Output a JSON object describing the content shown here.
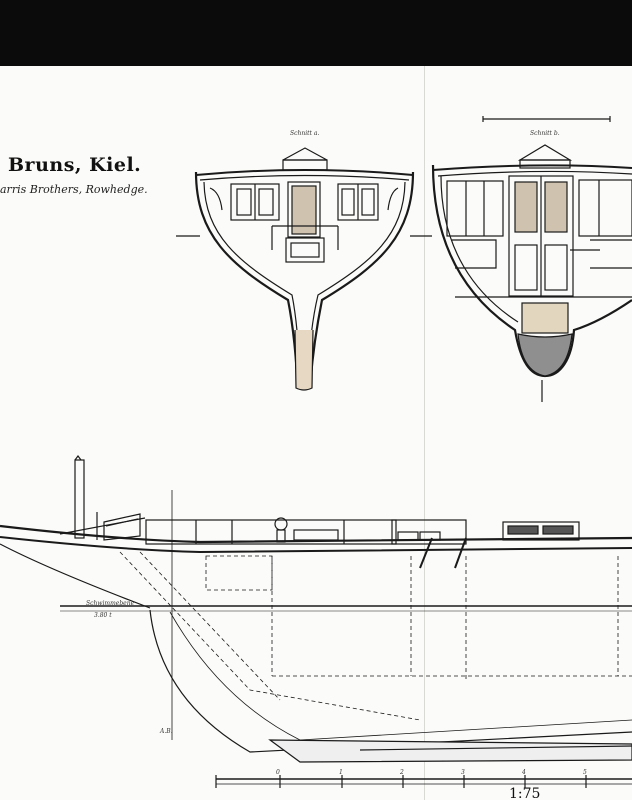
{
  "title": "Bruns, Kiel.",
  "subtitle": "arris Brothers, Rowhedge.",
  "sections": {
    "a": "Schnitt a.",
    "b": "Schnitt b."
  },
  "waterline_label": "Schwimmebene",
  "waterline_value": "3.80 t",
  "frame_mark": "A.B.",
  "scale_label": "1:75",
  "scale_ticks": [
    "0",
    "1",
    "2",
    "3",
    "4",
    "5"
  ]
}
